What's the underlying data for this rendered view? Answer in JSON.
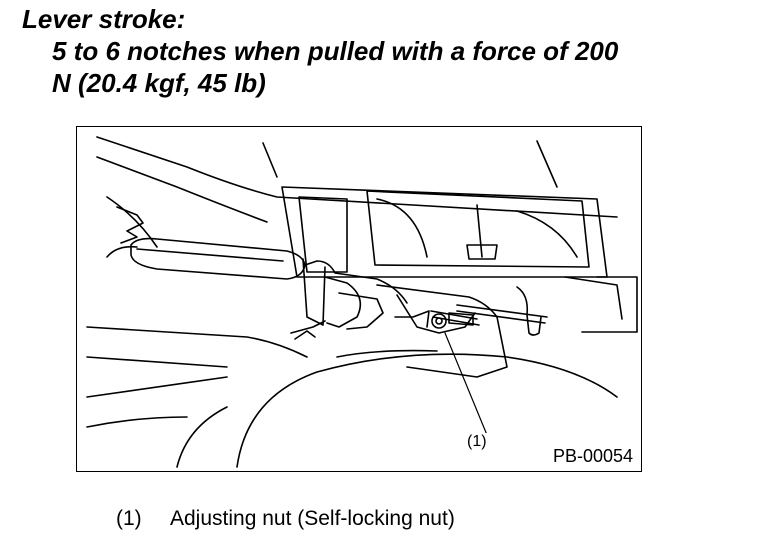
{
  "spec": {
    "heading": "Lever stroke:",
    "line1": "5 to 6 notches when pulled with a force of 200",
    "line2": "N (20.4 kgf, 45 lb)"
  },
  "figure": {
    "callout": "(1)",
    "figure_id": "PB-00054"
  },
  "legend": {
    "items": [
      {
        "number": "(1)",
        "description": "Adjusting nut (Self-locking nut)"
      }
    ]
  }
}
